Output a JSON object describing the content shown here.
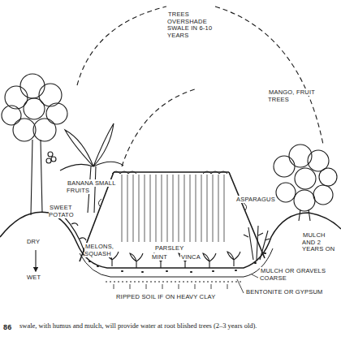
{
  "diagram": {
    "caption": "swale, with humus and mulch, will provide water at root blished trees (2–3 years old).",
    "labels": [
      "TREES OVERSHADE SWALE IN 6-10 YEARS",
      "MANGO, FRUIT TREES",
      "BANANA SMALL FRUITS",
      "SWEET POTATO",
      "DRY",
      "WET",
      "MELONS, SQUASH",
      "PARSLEY",
      "MINT",
      "VINCA",
      "ASPARAGUS",
      "MULCH AND 2 YEARS ON",
      "MULCH OR GRAVELS COARSE",
      "BENTONITE OR GYPSUM",
      "RIPPED SOIL IF ON HEAVY CLAY",
      "86"
    ]
  }
}
